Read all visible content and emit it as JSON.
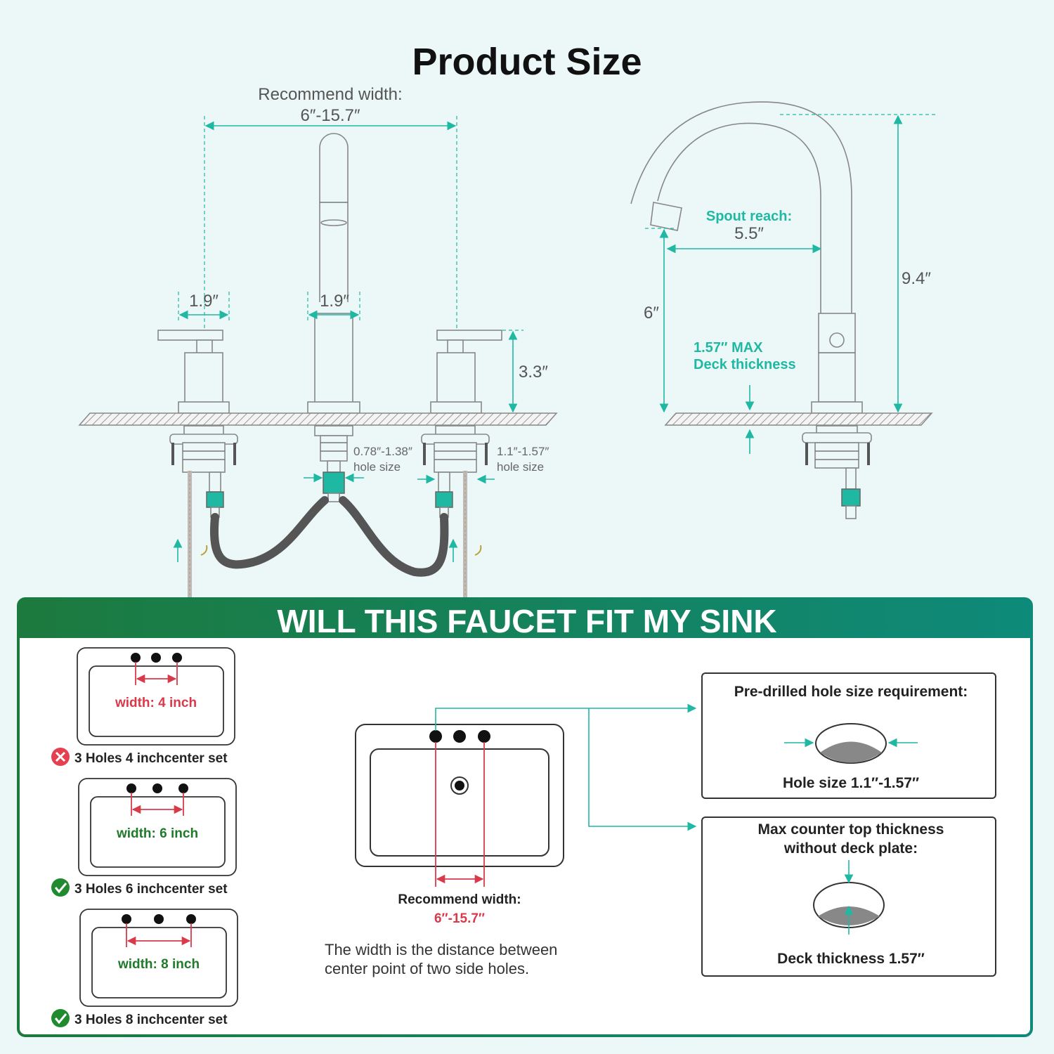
{
  "header": {
    "title": "Product Size"
  },
  "front_view": {
    "recommend_label": "Recommend width:",
    "recommend_value": "6″-15.7″",
    "handle_base_width": "1.9″",
    "spout_base_width": "1.9″",
    "handle_height": "3.3″",
    "spout_hole_size": "0.78″-1.38″",
    "spout_hole_label": "hole size",
    "handle_hole_size": "1.1″-1.57″",
    "handle_hole_label": "hole size"
  },
  "side_view": {
    "spout_reach_label": "Spout reach:",
    "spout_reach_value": "5.5″",
    "total_height": "9.4″",
    "spout_height": "6″",
    "deck_label_1": "1.57″ MAX",
    "deck_label_2": "Deck thickness"
  },
  "fit_section": {
    "banner": "WILL THIS FAUCET FIT MY SINK",
    "sinks": [
      {
        "width_label": "width: 4 inch",
        "caption": "3 Holes 4 inchcenter set",
        "status": "fail"
      },
      {
        "width_label": "width: 6 inch",
        "caption": "3 Holes 6 inchcenter set",
        "status": "ok"
      },
      {
        "width_label": "width: 8 inch",
        "caption": "3 Holes 8 inchcenter set",
        "status": "ok"
      }
    ],
    "center": {
      "recommend_label": "Recommend width:",
      "recommend_value": "6″-15.7″",
      "note_line1": "The width is the distance between",
      "note_line2": "center point of two side holes."
    },
    "hole_box": {
      "title": "Pre-drilled hole size requirement:",
      "value": "Hole size 1.1″-1.57″"
    },
    "deck_box": {
      "title1": "Max counter top thickness",
      "title2": "without deck plate:",
      "value": "Deck thickness 1.57″"
    }
  },
  "colors": {
    "teal": "#1fb8a3",
    "banner_green": "#1a7a4a",
    "red": "#d83a4a",
    "ok_green": "#1f8a2e",
    "background": "#ecf8f7"
  }
}
